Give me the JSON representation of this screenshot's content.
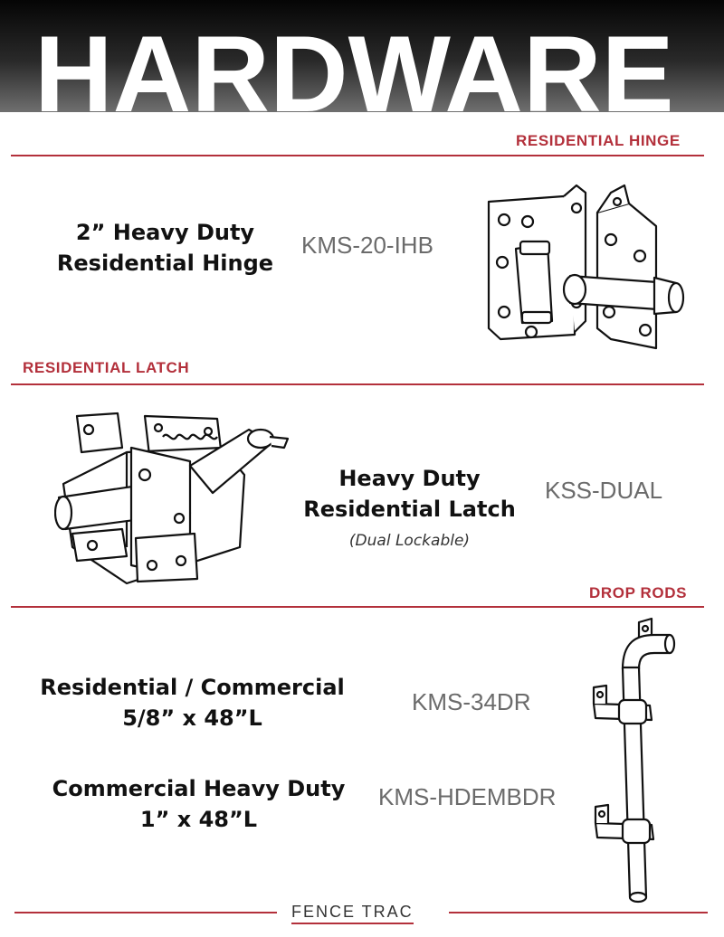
{
  "header": {
    "title": "HARDWARE"
  },
  "sections": {
    "hinge": {
      "label": "RESIDENTIAL  HINGE",
      "name_line1": "2” Heavy Duty",
      "name_line2": "Residential Hinge",
      "sku": "KMS-20-IHB",
      "illustration_icon": "gate-hinge-icon"
    },
    "latch": {
      "label": "RESIDENTIAL  LATCH",
      "name_line1": "Heavy Duty",
      "name_line2": "Residential Latch",
      "note": "(Dual Lockable)",
      "sku": "KSS-DUAL",
      "illustration_icon": "gate-latch-icon"
    },
    "drop_rods": {
      "label": "DROP RODS",
      "items": [
        {
          "name_line1": "Residential / Commercial",
          "name_line2": "5/8” x 48”L",
          "sku": "KMS-34DR"
        },
        {
          "name_line1": "Commercial Heavy Duty",
          "name_line2": "1” x 48”L",
          "sku": "KMS-HDEMBDR"
        }
      ],
      "illustration_icon": "drop-rod-icon"
    }
  },
  "footer": {
    "logo_text": "FENCE TRAC"
  },
  "colors": {
    "accent": "#b3303b",
    "sku_gray": "#6b6b6b",
    "header_dark": "#050505"
  }
}
